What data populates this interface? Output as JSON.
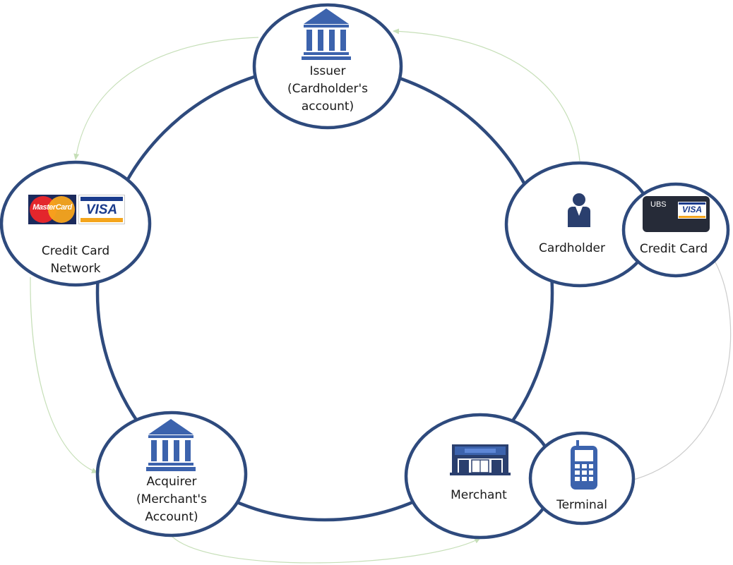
{
  "nodes": {
    "issuer": {
      "label": [
        "Issuer",
        "(Cardholder's",
        "account)"
      ]
    },
    "network": {
      "label": [
        "Credit Card",
        "Network"
      ],
      "logos": {
        "mastercard": "MasterCard",
        "visa": "VISA"
      }
    },
    "cardholder": {
      "label": [
        "Cardholder"
      ]
    },
    "credit_card": {
      "label": [
        "Credit Card"
      ],
      "bank": "UBS",
      "brand": "VISA"
    },
    "merchant": {
      "label": [
        "Merchant"
      ]
    },
    "terminal": {
      "label": [
        "Terminal"
      ]
    },
    "acquirer": {
      "label": [
        "Acquirer",
        "(Merchant's",
        "Account)"
      ]
    }
  },
  "icons": {
    "issuer": "bank-icon",
    "acquirer": "bank-icon",
    "cardholder": "person-icon",
    "merchant": "storefront-icon",
    "terminal": "mobile-phone-icon"
  },
  "colors": {
    "ring": "#2e4a7d",
    "icon": "#3c63ad",
    "arrow_green": "#c6dfb8",
    "arrow_gray": "#cccccc"
  }
}
